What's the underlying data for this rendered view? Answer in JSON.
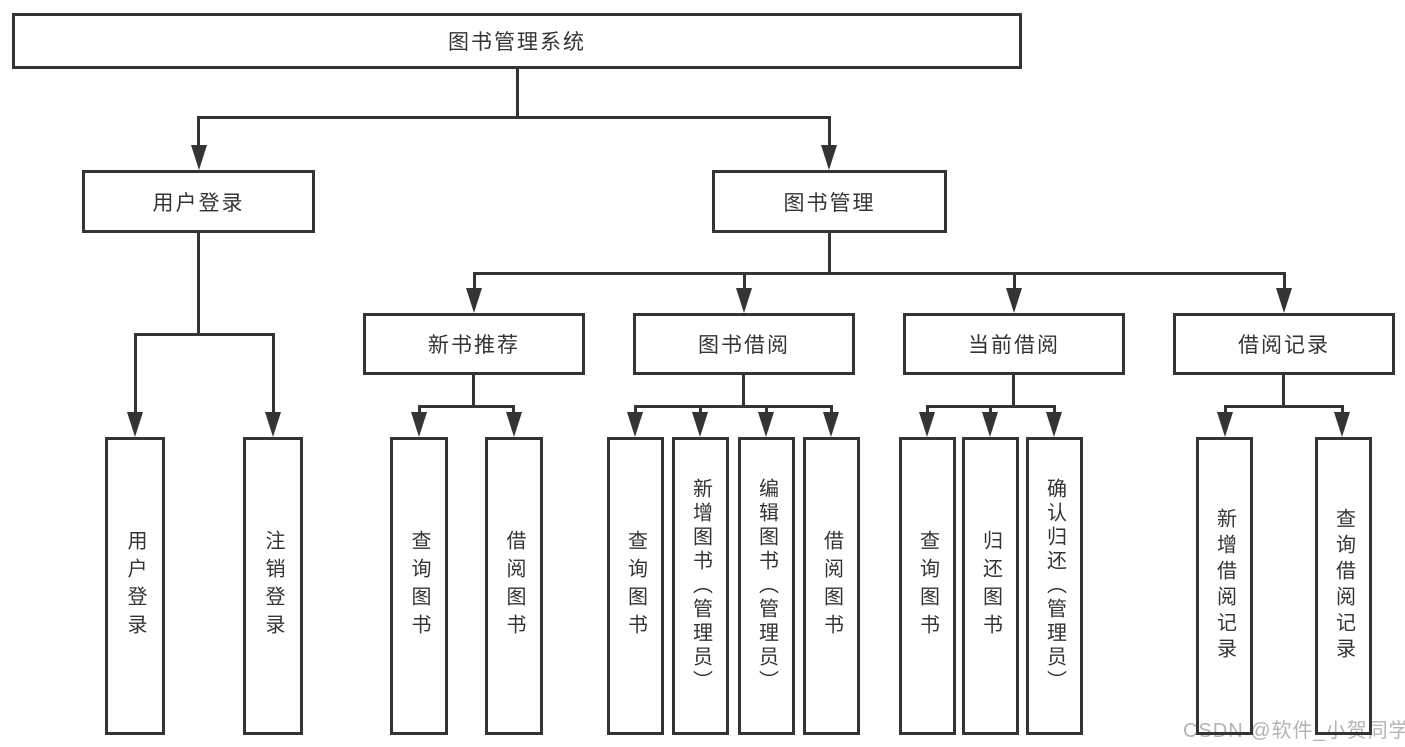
{
  "tree": {
    "root": {
      "label": "图书管理系统",
      "children": [
        {
          "label": "用户登录",
          "children": [
            {
              "label": "用户登录"
            },
            {
              "label": "注销登录"
            }
          ]
        },
        {
          "label": "图书管理",
          "children": [
            {
              "label": "新书推荐",
              "children": [
                {
                  "label": "查询图书"
                },
                {
                  "label": "借阅图书"
                }
              ]
            },
            {
              "label": "图书借阅",
              "children": [
                {
                  "label": "查询图书"
                },
                {
                  "label": "新增图书（管理员）"
                },
                {
                  "label": "编辑图书（管理员）"
                },
                {
                  "label": "借阅图书"
                }
              ]
            },
            {
              "label": "当前借阅",
              "children": [
                {
                  "label": "查询图书"
                },
                {
                  "label": "归还图书"
                },
                {
                  "label": "确认归还（管理员）"
                }
              ]
            },
            {
              "label": "借阅记录",
              "children": [
                {
                  "label": "新增借阅记录"
                },
                {
                  "label": "查询借阅记录"
                }
              ]
            }
          ]
        }
      ]
    }
  },
  "watermark": "CSDN @软件_小贺同学",
  "colors": {
    "line": "#333436",
    "text": "#333436",
    "watermark": "#b3b3b3",
    "background": "#ffffff"
  }
}
